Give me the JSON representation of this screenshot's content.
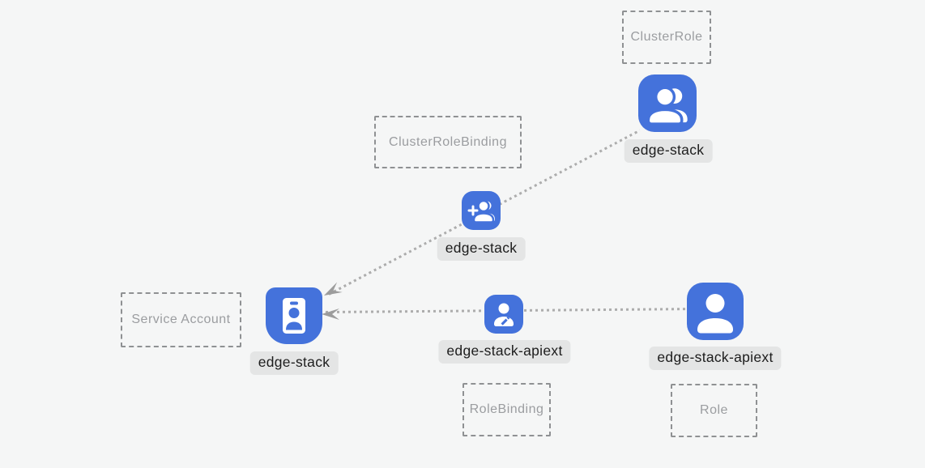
{
  "diagram": {
    "background_color": "#f5f6f6",
    "accent_blue": "#4472db",
    "label_badge_bg": "#e4e5e5",
    "label_text_color": "#1d1d1d",
    "box_border_color": "#8f9193",
    "box_text_color": "#9b9da0",
    "edge_color": "#adadad",
    "type_boxes": {
      "cluster_role": "ClusterRole",
      "cluster_role_binding": "ClusterRoleBinding",
      "service_account": "Service Account",
      "role_binding": "RoleBinding",
      "role": "Role"
    },
    "nodes": {
      "cluster_role": {
        "label": "edge-stack",
        "icon": "people-icon"
      },
      "cluster_role_binding": {
        "label": "edge-stack",
        "icon": "person-add-icon"
      },
      "service_account": {
        "label": "edge-stack",
        "icon": "id-badge-icon"
      },
      "role_binding": {
        "label": "edge-stack-apiext",
        "icon": "person-edit-icon"
      },
      "role": {
        "label": "edge-stack-apiext",
        "icon": "person-icon"
      }
    },
    "edges": [
      {
        "from": "cluster_role",
        "to": "service_account",
        "style": "dotted",
        "arrowhead_at": "service_account"
      },
      {
        "from": "role",
        "to": "service_account",
        "style": "dotted",
        "arrowhead_at": "service_account"
      }
    ]
  }
}
